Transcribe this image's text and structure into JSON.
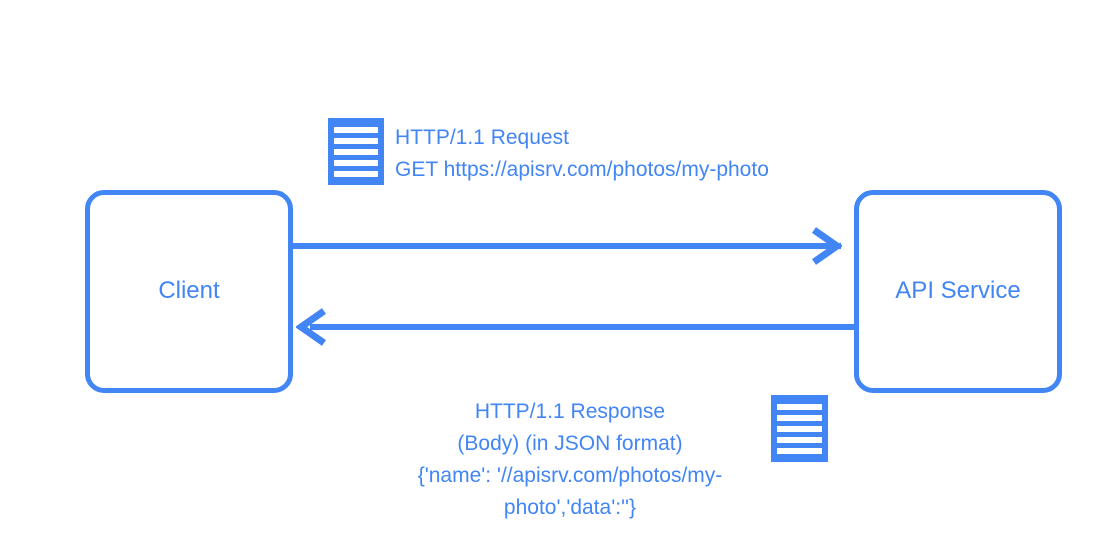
{
  "diagram": {
    "type": "sequence-flow",
    "background_color": "#ffffff",
    "accent_color": "#4285F4",
    "nodes": [
      {
        "id": "client",
        "label": "Client"
      },
      {
        "id": "api-service",
        "label": "API Service"
      }
    ],
    "arrows": [
      {
        "id": "request",
        "direction": "left-to-right",
        "from": "client",
        "to": "api-service",
        "head_style": "chevron"
      },
      {
        "id": "response",
        "direction": "right-to-left",
        "from": "api-service",
        "to": "client",
        "head_style": "chevron"
      }
    ],
    "annotations": {
      "request": {
        "icon": "document-icon",
        "lines": [
          "HTTP/1.1 Request",
          "GET https://apisrv.com/photos/my-photo"
        ],
        "text": "HTTP/1.1 Request\nGET https://apisrv.com/photos/my-photo"
      },
      "response": {
        "icon": "document-icon",
        "lines": [
          "HTTP/1.1 Response",
          "(Body) (in JSON format)",
          "{'name': '//apisrv.com/photos/my-",
          "photo','data':''}"
        ],
        "text": "HTTP/1.1 Response\n(Body) (in JSON format)\n{'name': '//apisrv.com/photos/my-\nphoto','data':''}"
      }
    },
    "icons": {
      "document_stripe_count": 5
    }
  }
}
